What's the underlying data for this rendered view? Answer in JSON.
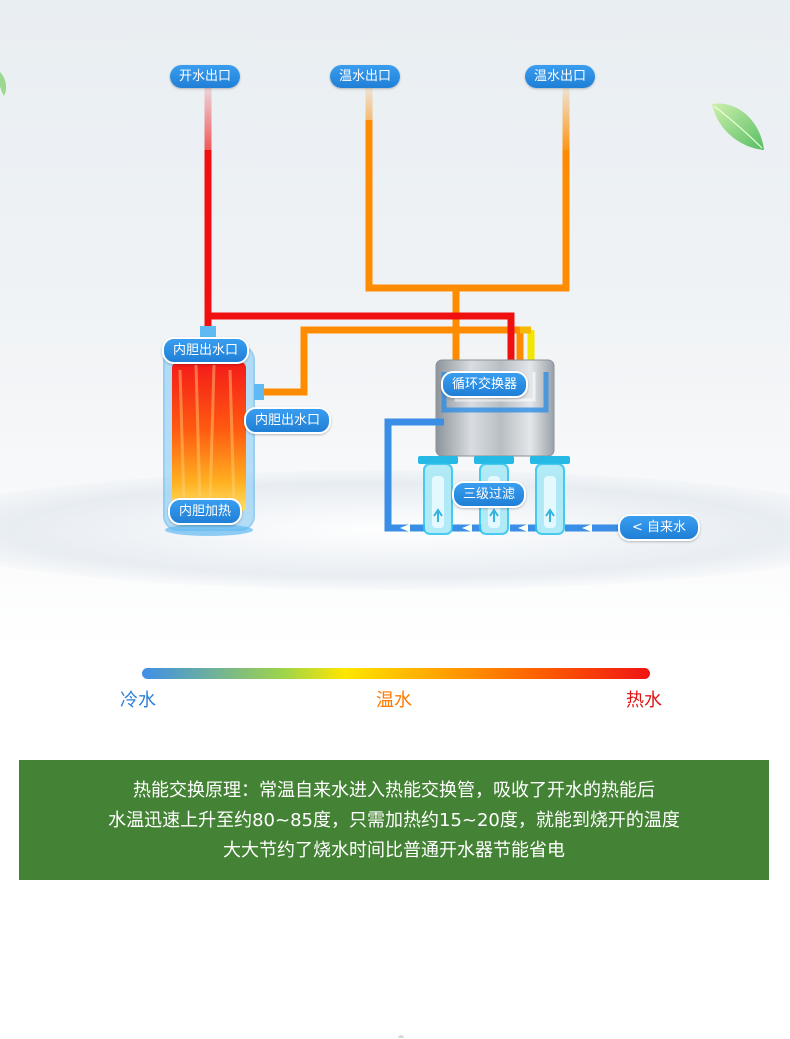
{
  "labels": {
    "boiling_outlet": "开水出口",
    "warm_outlet_1": "温水出口",
    "warm_outlet_2": "温水出口",
    "tank_top_outlet": "内胆出水口",
    "tank_side_outlet": "内胆出水口",
    "tank_heating": "内胆加热",
    "heat_exchanger": "循环交换器",
    "filter": "三级过滤",
    "tap_water": "< 自来水"
  },
  "legend": {
    "cold": "冷水",
    "warm": "温水",
    "hot": "热水"
  },
  "colors": {
    "hot": "#f01010",
    "warm": "#ff8c00",
    "cold": "#3a8ee6",
    "yellow": "#f2e600",
    "label_bg": "#2f8fe3",
    "info_bg": "#448335",
    "legend_cold_text": "#2d7fd6",
    "legend_warm_text": "#ff7a00",
    "legend_hot_text": "#e01515"
  },
  "info": {
    "line1": "热能交换原理：常温自来水进入热能交换管，吸收了开水的热能后",
    "line2": "水温迅速上升至约80~85度，只需加热约15~20度，就能到烧开的温度",
    "line3": "大大节约了烧水时间比普通开水器节能省电"
  }
}
